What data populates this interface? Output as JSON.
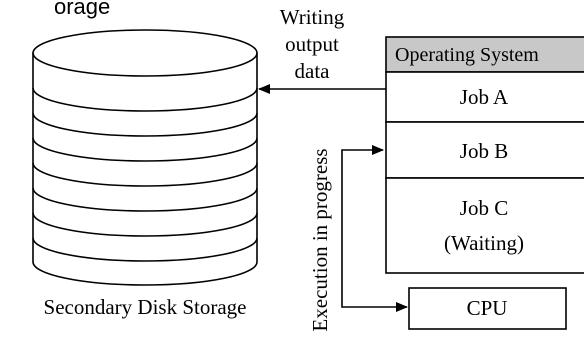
{
  "top_left_partial_text": "orage",
  "disk": {
    "label": "Secondary Disk Storage"
  },
  "write_arrow": {
    "label_lines": [
      "Writing",
      "output",
      "data"
    ]
  },
  "execution_arrow": {
    "label": "Execution in progress"
  },
  "memory": {
    "header": "Operating System",
    "header_fill": "#c8c8c8",
    "jobs": [
      {
        "lines": [
          "Job A"
        ]
      },
      {
        "lines": [
          "Job B"
        ]
      },
      {
        "lines": [
          "Job C",
          "(Waiting)"
        ]
      }
    ]
  },
  "cpu": {
    "label": "CPU"
  }
}
